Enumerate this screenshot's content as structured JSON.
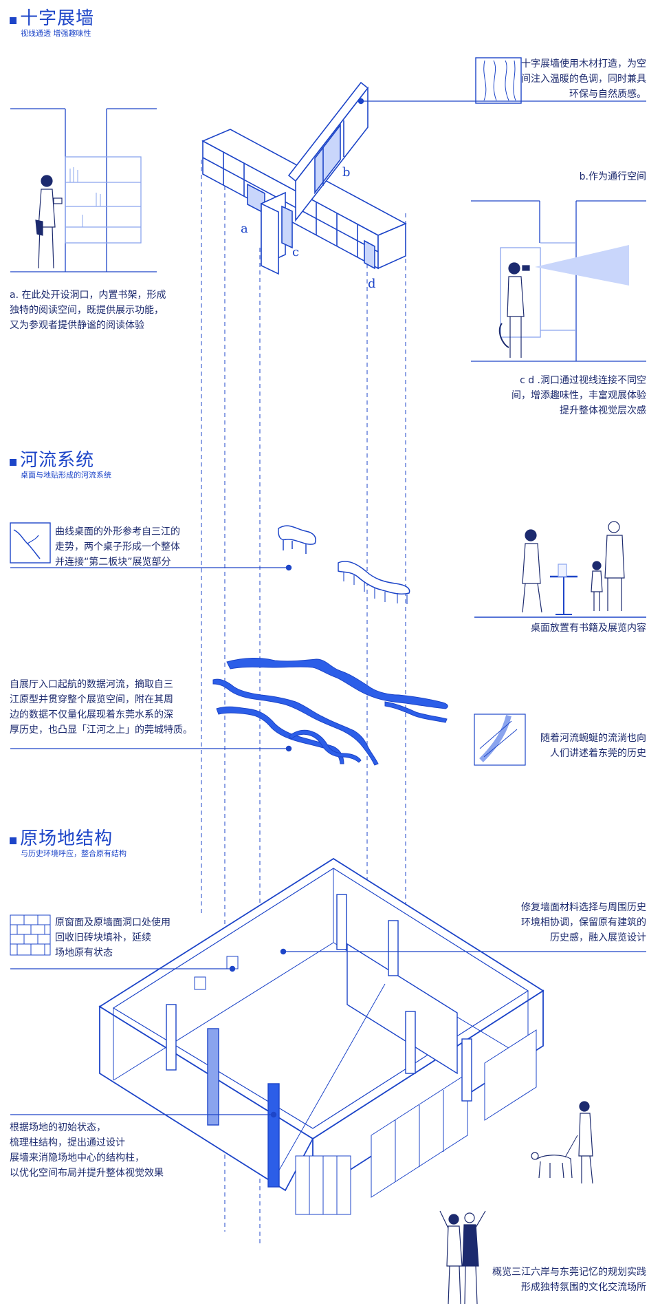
{
  "sections": [
    {
      "title": "十字展墙",
      "subtitle": "视线通透 增强趣味性"
    },
    {
      "title": "河流系统",
      "subtitle": "桌面与地贴形成的河流系统"
    },
    {
      "title": "原场地结构",
      "subtitle": "与历史环境呼应，整合原有结构"
    }
  ],
  "wall": {
    "wood_note": [
      "十字展墙使用木材打造，为空",
      "间注入温暖的色调，同时兼具",
      "环保与自然质感。"
    ],
    "a_note": [
      "a. 在此处开设洞口，内置书架，形成",
      "独特的阅读空间，既提供展示功能，",
      "又为参观者提供静谧的阅读体验"
    ],
    "b_note": "b.作为通行空间",
    "cd_note": [
      "c d .洞口通过视线连接不同空",
      "间，增添趣味性，丰富观展体验",
      "提升整体视觉层次感"
    ],
    "labels": {
      "a": "a",
      "b": "b",
      "c": "c",
      "d": "d"
    }
  },
  "river": {
    "desk_note": [
      "曲线桌面的外形参考自三江的",
      "走势，两个桌子形成一个整体",
      "并连接“第二板块”展览部分"
    ],
    "table_caption": "桌面放置有书籍及展览内容",
    "data_note": [
      "自展厅入口起航的数据河流，摘取自三",
      "江原型并贯穿整个展览空间，附在其周",
      "边的数据不仅量化展现着东莞水系的深",
      "厚历史，也凸显「江河之上」的莞城特质。"
    ],
    "history_note": [
      "随着河流蜿蜒的流淌也向",
      "人们讲述着东莞的历史"
    ]
  },
  "site": {
    "brick_note": [
      "原窗面及原墙面洞口处使用",
      "回收旧砖块填补，延续",
      "场地原有状态"
    ],
    "material_note": [
      "修复墙面材料选择与周围历史",
      "环境相协调，保留原有建筑的",
      "历史感，融入展览设计"
    ],
    "column_note": [
      "根据场地的初始状态，",
      "梳理柱结构，提出通过设计",
      "展墙来消隐场地中心的结构柱，",
      "以优化空间布局并提升整体视觉效果"
    ],
    "bottom_note": [
      "概览三江六岸与东莞记忆的规划实践",
      "形成独特氛围的文化交流场所"
    ]
  },
  "colors": {
    "accent": "#1d45c8",
    "light": "#8aa4ee",
    "fill": "#c9d6fb",
    "text": "#1c2a6e"
  }
}
